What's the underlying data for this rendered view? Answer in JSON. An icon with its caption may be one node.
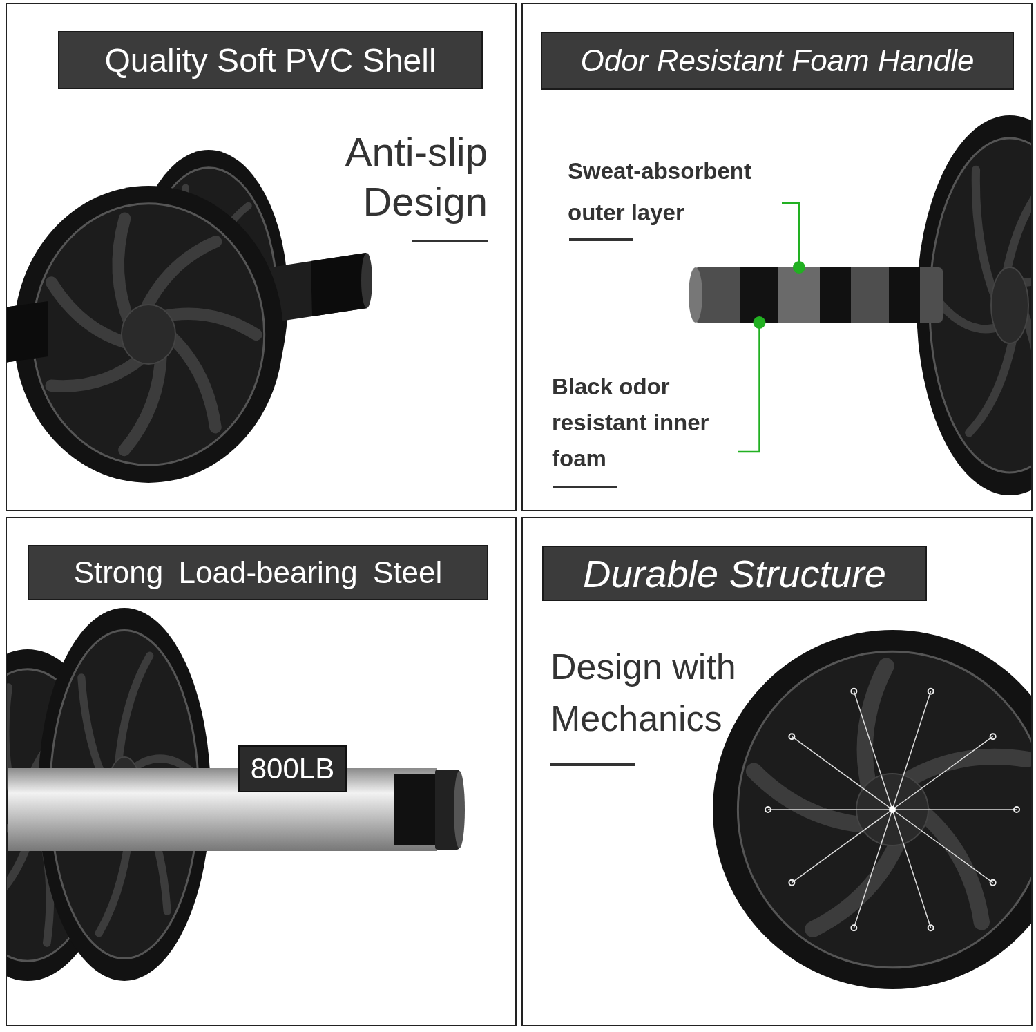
{
  "diagram": {
    "nodes": [
      {
        "text": [
          "Quality Soft PVC Shell",
          "Anti-slip Design"
        ]
      },
      {
        "text": [
          "Odor Resistant Foam Handle"
        ]
      },
      {
        "text": [
          "Sweat-absorbent outer layer"
        ],
        "in": 1
      },
      {
        "text": [],
        "shape": "box",
        "in": 1
      },
      {
        "text": [
          "Black odor resistant inner foam"
        ],
        "in": 1
      },
      {
        "text": [],
        "shape": "box",
        "in": 1
      },
      {
        "text": [
          "Strong Load-bearing Steel"
        ]
      },
      {
        "text": [
          "800LB"
        ],
        "in": 6
      },
      {
        "text": [
          "Durable Structure",
          "Design with Mechanics"
        ]
      }
    ],
    "edges": [
      {
        "from": 2,
        "to": 5,
        "arrow": "other"
      },
      {
        "from": 4,
        "to": 3,
        "arrow": "other"
      }
    ]
  }
}
